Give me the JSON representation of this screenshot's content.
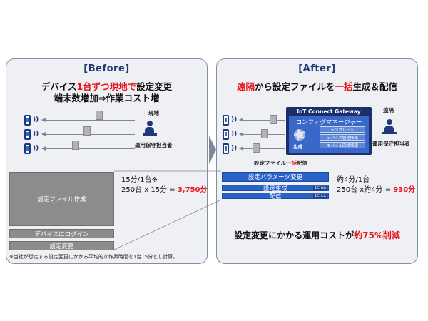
{
  "before": {
    "title": "[Before]",
    "headline1_pre": "デバイス",
    "headline1_red": "1台ずつ現地で",
    "headline1_post": "設定変更",
    "headline2": "端末数増加⇒作業コスト増",
    "onsite_label": "現地",
    "operator_label": "運用保守担当者",
    "blocks": [
      "設定ファイル作成",
      "デバイスにログイン",
      "設定変更"
    ],
    "cost_line1": "15分/1台※",
    "cost_line2_pre": "250台 x 15分 = ",
    "cost_line2_red": "3,750分",
    "note": "※当社が想定する設定変更にかかる平均的な作業時間を1台15分とし計算。"
  },
  "after": {
    "title": "[After]",
    "headline_red1": "遠隔",
    "headline_mid1": "から設定ファイルを",
    "headline_red2": "一括",
    "headline_mid2": "生成＆配信",
    "gateway_title": "IoT Connect Gateway",
    "config_title": "コンフィグマネージャー",
    "gen_label": "生成",
    "chips": [
      "テンプレート",
      "デバイス管理情報",
      "モバイル回線情報"
    ],
    "remote_label": "遠隔",
    "operator_label": "運用保守担当者",
    "delivery_pre": "設定ファイル",
    "delivery_red": "一括",
    "delivery_post": "配信",
    "blocks": [
      "設定パラメータ変更",
      "設定生成",
      "配信"
    ],
    "oneclick": "1Click",
    "cost_line1": "約4分/1台",
    "cost_line2_pre": "250台 x約4分 = ",
    "cost_line2_red": "930分",
    "summary_pre": "設定変更にかかる運用コストが",
    "summary_red": "約75%削減"
  },
  "colors": {
    "accent_red": "#e8141c",
    "navy": "#1c2f6b",
    "blue": "#2a63c7",
    "gray_block": "#8c8c8c"
  }
}
